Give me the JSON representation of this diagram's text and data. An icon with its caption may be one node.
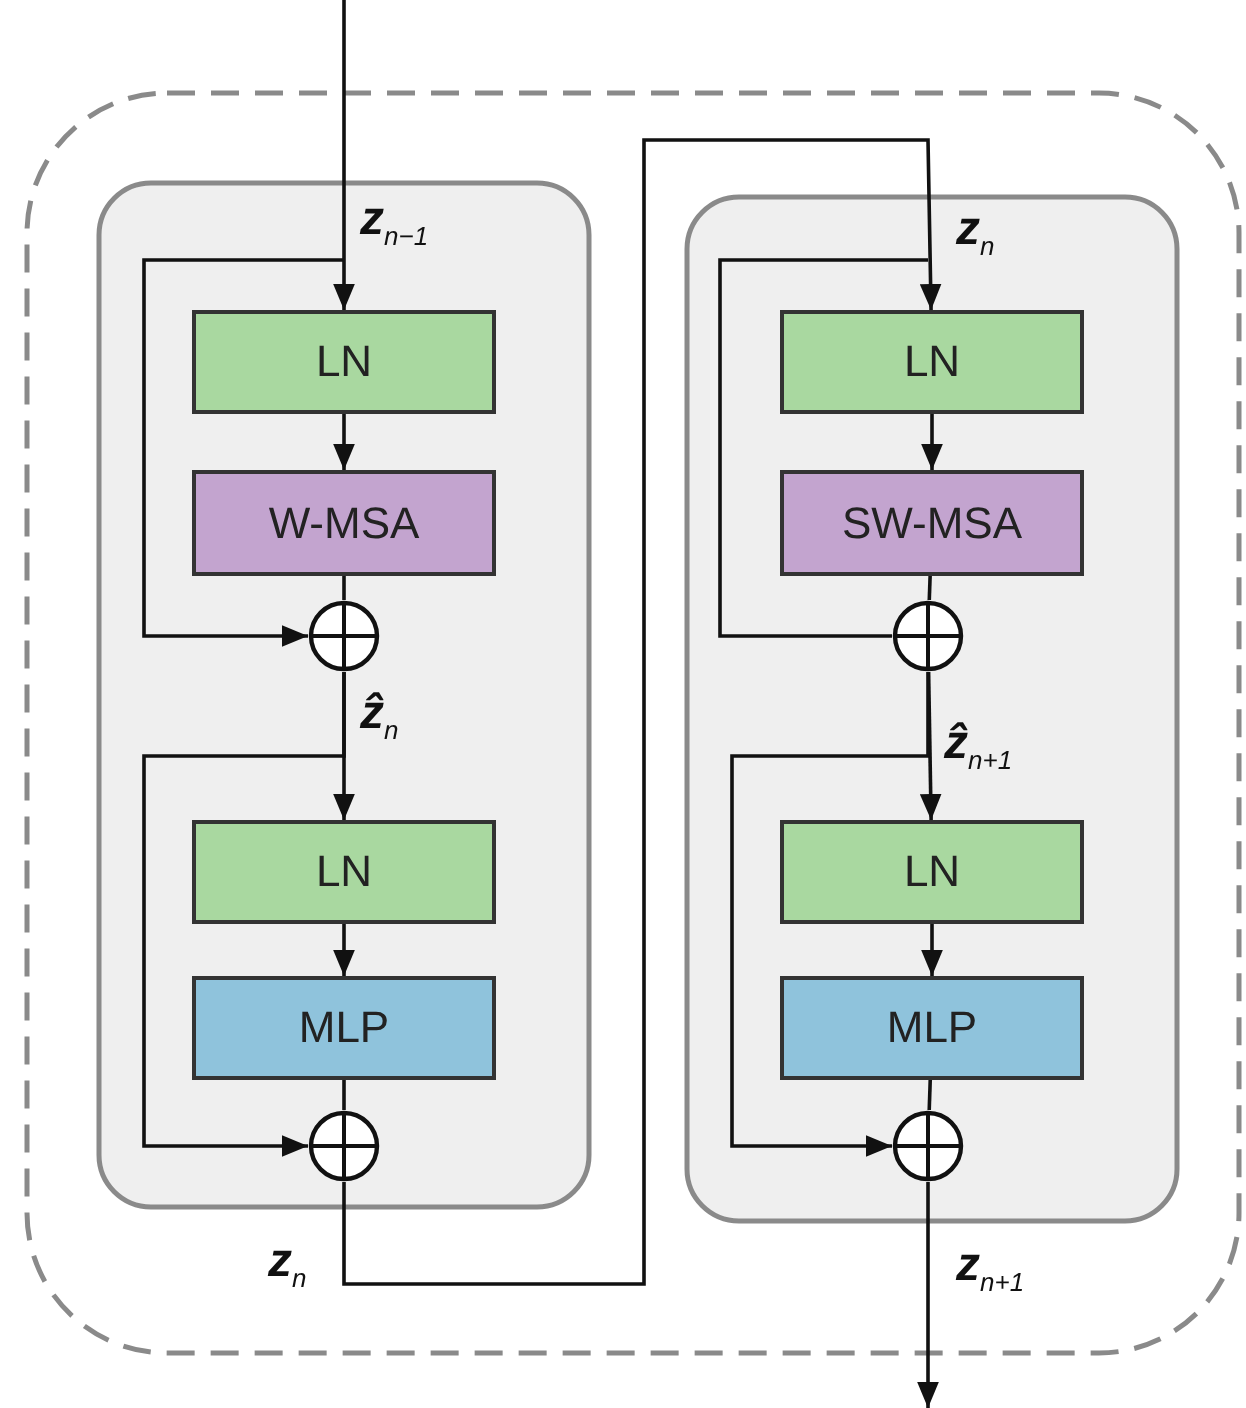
{
  "diagram": {
    "nodes": [
      {
        "text": [],
        "shape": "box"
      },
      {
        "text": [],
        "shape": "box",
        "in": 0
      },
      {
        "text": [],
        "shape": "box",
        "in": 0
      },
      {
        "text": [
          "LN"
        ],
        "in": 1
      },
      {
        "text": [
          "W-MSA"
        ],
        "in": 1
      },
      {
        "text": [],
        "shape": "circle",
        "in": 1
      },
      {
        "text": [
          "LN"
        ],
        "in": 1
      },
      {
        "text": [
          "MLP"
        ],
        "in": 1
      },
      {
        "text": [],
        "shape": "circle",
        "in": 1
      },
      {
        "text": [
          "LN"
        ],
        "in": 2
      },
      {
        "text": [
          "SW-MSA"
        ],
        "in": 2
      },
      {
        "text": [],
        "shape": "circle",
        "in": 2
      },
      {
        "text": [
          "LN"
        ],
        "in": 2
      },
      {
        "text": [
          "MLP"
        ],
        "in": 2
      },
      {
        "text": [],
        "shape": "circle",
        "in": 2
      }
    ],
    "edges": [
      {
        "from": null,
        "to": 3,
        "arrow": "to"
      },
      {
        "from": null,
        "to": 5,
        "arrow": "to"
      },
      {
        "from": 3,
        "to": 4,
        "arrow": "to"
      },
      {
        "from": 4,
        "to": 5,
        "arrow": "none"
      },
      {
        "from": 5,
        "to": 6,
        "arrow": "to"
      },
      {
        "from": 5,
        "to": 8,
        "arrow": "to"
      },
      {
        "from": 6,
        "to": 7,
        "arrow": "to"
      },
      {
        "from": 7,
        "to": 8,
        "arrow": "none"
      },
      {
        "from": 8,
        "to": 9,
        "arrow": "to"
      },
      {
        "from": 8,
        "to": 11,
        "arrow": "none"
      },
      {
        "from": 9,
        "to": 10,
        "arrow": "to"
      },
      {
        "from": 10,
        "to": 11,
        "arrow": "none"
      },
      {
        "from": 11,
        "to": 12,
        "arrow": "to"
      },
      {
        "from": 11,
        "to": 14,
        "arrow": "to"
      },
      {
        "from": 12,
        "to": 13,
        "arrow": "to"
      },
      {
        "from": 13,
        "to": 14,
        "arrow": "none"
      },
      {
        "from": 14,
        "to": null,
        "arrow": "to"
      }
    ],
    "labels": [
      "**z**$_{n−1}$",
      "**z**$_{n}$",
      "**ẑ**$_{n}$",
      "**ẑ**$_{n+1}$",
      "**z**$_{n}$",
      "**z**$_{n+1}$"
    ]
  }
}
